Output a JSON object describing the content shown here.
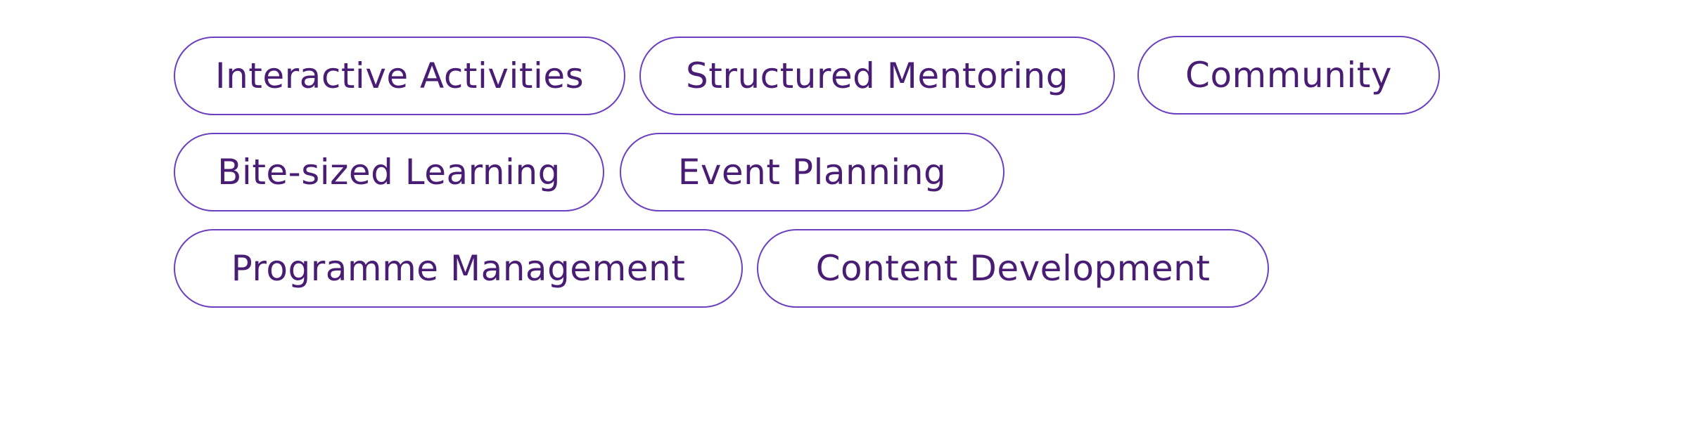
{
  "tags": [
    {
      "label": "Interactive Activities"
    },
    {
      "label": "Structured Mentoring"
    },
    {
      "label": "Community"
    },
    {
      "label": "Bite-sized Learning"
    },
    {
      "label": "Event Planning"
    },
    {
      "label": "Programme Management"
    },
    {
      "label": "Content Development"
    }
  ],
  "colors": {
    "border": "#6b3fbf",
    "text": "#4a1d75",
    "background": "#ffffff"
  }
}
